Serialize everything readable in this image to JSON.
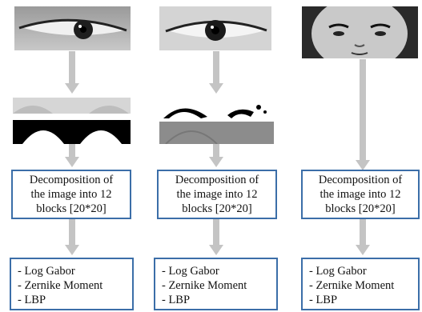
{
  "columns": [
    {
      "decomposition": [
        "Decomposition of",
        "the image into 12",
        "blocks [20*20]"
      ],
      "features": [
        "- Log Gabor",
        "- Zernike Moment",
        "- LBP"
      ]
    },
    {
      "decomposition": [
        "Decomposition of",
        "the image into 12",
        "blocks [20*20]"
      ],
      "features": [
        "- Log Gabor",
        "- Zernike Moment",
        "- LBP"
      ]
    },
    {
      "decomposition": [
        "Decomposition of",
        "the image into 12",
        "blocks [20*20]"
      ],
      "features": [
        "- Log Gabor",
        "- Zernike Moment",
        "- LBP"
      ]
    }
  ],
  "colors": {
    "box_border": "#3b6ea8",
    "arrow": "#c4c4c4"
  }
}
